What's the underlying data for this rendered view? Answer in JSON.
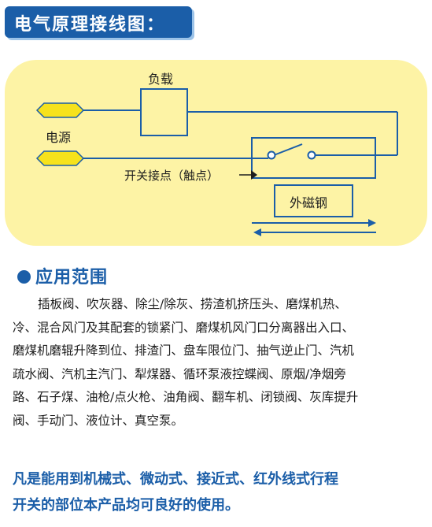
{
  "header": {
    "title": "电气原理接线图："
  },
  "diagram": {
    "load_label": "负载",
    "power_label": "电源",
    "contact_label": "开关接点（触点）",
    "magnet_label": "外磁钢",
    "colors": {
      "panel": "#fdf3a5",
      "terminal": "#f6e21c",
      "line": "#1b5ea8",
      "accent": "#1b5ea8"
    }
  },
  "application": {
    "heading": "应用范围",
    "lines": [
      "插板阀、吹灰器、除尘/除灰、捞渣机挤压头、磨煤机热、",
      "冷、混合风门及其配套的锁紧门、磨煤机风门口分离器出入口、",
      "磨煤机磨辊升降到位、排渣门、盘车限位门、抽气逆止门、汽机",
      "疏水阀、汽机主汽门、犁煤器、循环泵液控蝶阀、原烟/净烟旁",
      "路、石子煤、油枪/点火枪、油角阀、翻车机、闭锁阀、灰库提升",
      "阀、手动门、液位计、真空泵。"
    ],
    "note_lines": [
      "凡是能用到机械式、微动式、接近式、红外线式行程",
      "开关的部位本产品均可良好的使用。"
    ]
  }
}
